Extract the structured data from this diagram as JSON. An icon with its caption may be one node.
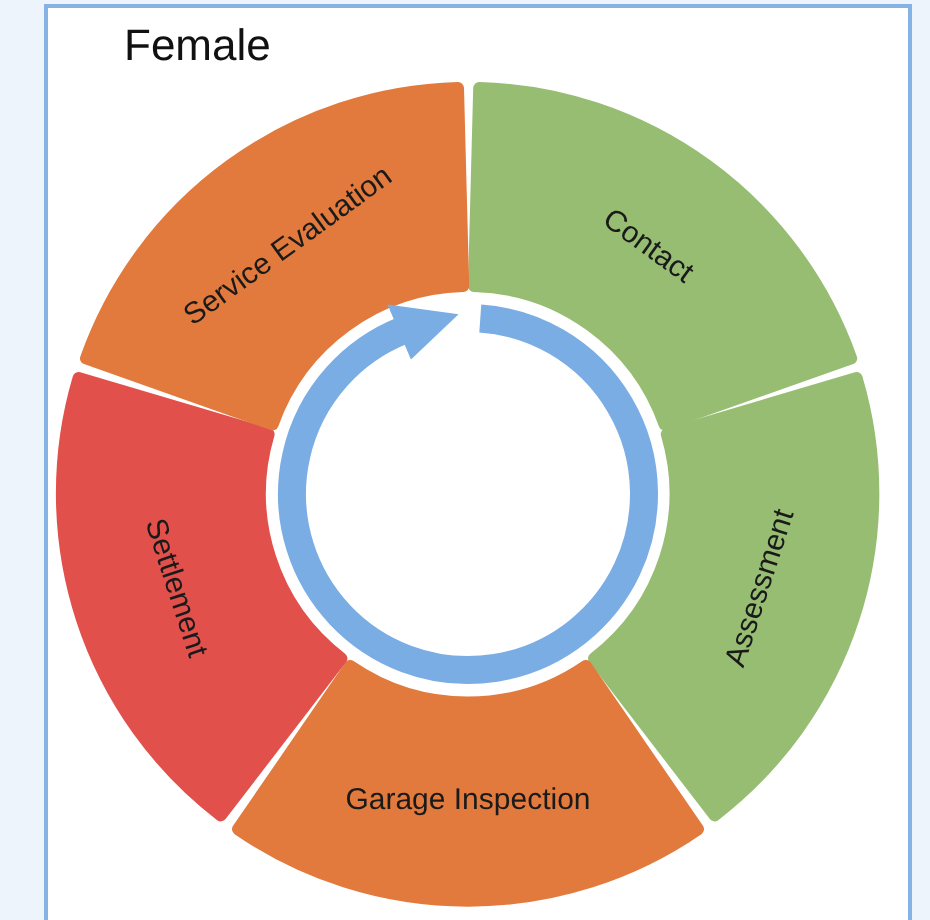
{
  "diagram": {
    "nodes": [
      {
        "text": [
          "Contact"
        ]
      },
      {
        "text": [
          "Assessment"
        ]
      },
      {
        "text": [
          "Garage Inspection"
        ]
      },
      {
        "text": [
          "Settlement"
        ]
      },
      {
        "text": [
          "Service Evaluation"
        ]
      }
    ],
    "labels": [
      "Female"
    ]
  }
}
